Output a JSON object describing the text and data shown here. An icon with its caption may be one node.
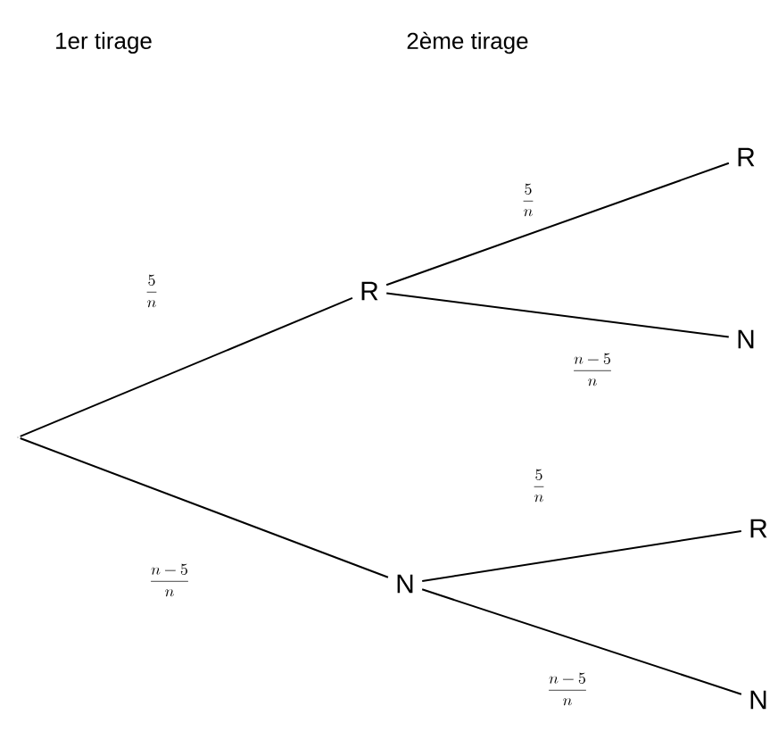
{
  "diagram": {
    "nodes": [
      {
        "text": [],
        "shape": "point"
      },
      {
        "text": [
          "R"
        ]
      },
      {
        "text": [
          "N"
        ]
      },
      {
        "text": [
          "R"
        ]
      },
      {
        "text": [
          "N"
        ]
      },
      {
        "text": [
          "R"
        ]
      },
      {
        "text": [
          "N"
        ]
      }
    ],
    "edges": [
      {
        "from": 0,
        "to": 1,
        "arrow": "none",
        "label": "\\frac{5}{n}"
      },
      {
        "from": 0,
        "to": 2,
        "arrow": "none",
        "label": "\\frac{n-5}{n}"
      },
      {
        "from": 1,
        "to": 3,
        "arrow": "none",
        "label": "\\frac{5}{n}"
      },
      {
        "from": 1,
        "to": 4,
        "arrow": "none",
        "label": "\\frac{n-5}{n}"
      },
      {
        "from": 2,
        "to": 5,
        "arrow": "none",
        "label": "\\frac{5}{n}"
      },
      {
        "from": 2,
        "to": 6,
        "arrow": "none",
        "label": "\\frac{n-5}{n}"
      }
    ],
    "labels": [
      "1er tirage",
      "2ème tirage"
    ]
  }
}
